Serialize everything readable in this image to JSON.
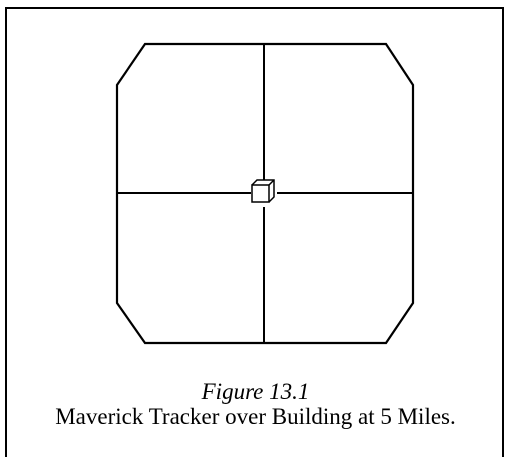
{
  "figure": {
    "label": "Figure 13.1",
    "caption": "Maverick Tracker over Building at 5 Miles."
  },
  "diagram": {
    "subject": "maverick-tracker-display",
    "elements": [
      "octagonal-display-frame",
      "vertical-crosshair",
      "horizontal-crosshair",
      "building-target-icon"
    ],
    "line_color": "#000000",
    "background_color": "#ffffff"
  }
}
